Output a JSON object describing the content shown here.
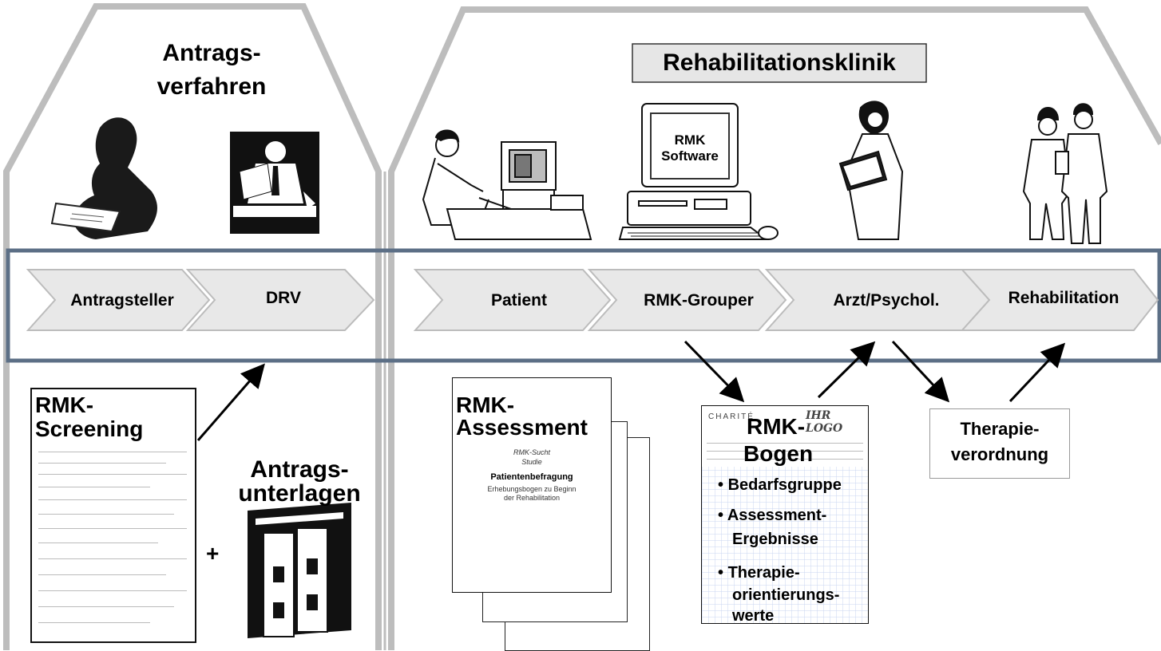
{
  "left_section": {
    "title_line1": "Antrags-",
    "title_line2": "verfahren"
  },
  "right_section": {
    "title": "Rehabilitationsklinik"
  },
  "computer_screen": {
    "line1": "RMK",
    "line2": "Software"
  },
  "process_steps": [
    "Antragsteller",
    "DRV",
    "Patient",
    "RMK-Grouper",
    "Arzt/Psychol.",
    "Rehabilitation"
  ],
  "documents": {
    "screening": {
      "line1": "RMK-",
      "line2": "Screening"
    },
    "plus": "+",
    "antrags": {
      "line1": "Antrags-",
      "line2": "unterlagen"
    },
    "assessment": {
      "line1": "RMK-",
      "line2": "Assessment",
      "sub1": "RMK-Sucht",
      "sub2": "Studie",
      "heading": "Patientenbefragung",
      "desc1": "Erhebungsbogen zu Beginn",
      "desc2": "der Rehabilitation"
    },
    "bogen": {
      "header_left": "CHARITÉ",
      "header_logo": "IHR LOGO",
      "line1": "RMK-",
      "line2": "Bogen",
      "bullets": [
        {
          "bullet": "•",
          "text": "Bedarfsgruppe"
        },
        {
          "bullet": "•",
          "text": "Assessment-"
        },
        {
          "bullet": "",
          "text": "Ergebnisse"
        },
        {
          "bullet": "•",
          "text": "Therapie-"
        },
        {
          "bullet": "",
          "text": "orientierungs-"
        },
        {
          "bullet": "",
          "text": "werte"
        }
      ]
    },
    "therapie": {
      "line1": "Therapie-",
      "line2": "verordnung"
    }
  },
  "colors": {
    "house_outline": "#bdbdbd",
    "band_border": "#5c6f86",
    "chevron_fill": "#e8e8e8",
    "chevron_stroke": "#bcbcbc",
    "title_box": "#e6e6e6",
    "bogen_grid": "#c8d6f0"
  }
}
